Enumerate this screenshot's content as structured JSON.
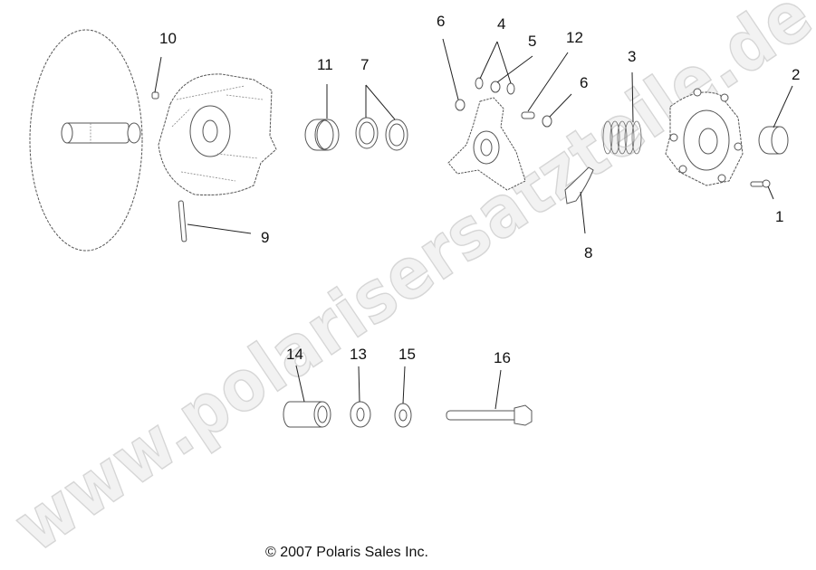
{
  "diagram": {
    "type": "exploded parts diagram",
    "subject": "clutch assembly (drive clutch)",
    "watermark": "www.polarisersatzteile.de",
    "copyright": "© 2007 Polaris Sales Inc."
  },
  "callouts": [
    {
      "id": "1",
      "label": "1",
      "part": "bolt"
    },
    {
      "id": "2",
      "label": "2",
      "part": "bushing"
    },
    {
      "id": "3",
      "label": "3",
      "part": "spring"
    },
    {
      "id": "4",
      "label": "4",
      "part": "bushing pair"
    },
    {
      "id": "5",
      "label": "5",
      "part": "roller"
    },
    {
      "id": "6a",
      "label": "6",
      "part": "roller (left)"
    },
    {
      "id": "6b",
      "label": "6",
      "part": "roller (right)"
    },
    {
      "id": "7",
      "label": "7",
      "part": "seal pair"
    },
    {
      "id": "8",
      "label": "8",
      "part": "weight / cam arm"
    },
    {
      "id": "9",
      "label": "9",
      "part": "pin"
    },
    {
      "id": "10",
      "label": "10",
      "part": "nut"
    },
    {
      "id": "11",
      "label": "11",
      "part": "bushing"
    },
    {
      "id": "12",
      "label": "12",
      "part": "pin"
    },
    {
      "id": "13",
      "label": "13",
      "part": "washer"
    },
    {
      "id": "14",
      "label": "14",
      "part": "spacer"
    },
    {
      "id": "15",
      "label": "15",
      "part": "washer"
    },
    {
      "id": "16",
      "label": "16",
      "part": "bolt"
    }
  ],
  "labels": {
    "c1": "1",
    "c2": "2",
    "c3": "3",
    "c4": "4",
    "c5": "5",
    "c6a": "6",
    "c6b": "6",
    "c7": "7",
    "c8": "8",
    "c9": "9",
    "c10": "10",
    "c11": "11",
    "c12": "12",
    "c13": "13",
    "c14": "14",
    "c15": "15",
    "c16": "16"
  }
}
